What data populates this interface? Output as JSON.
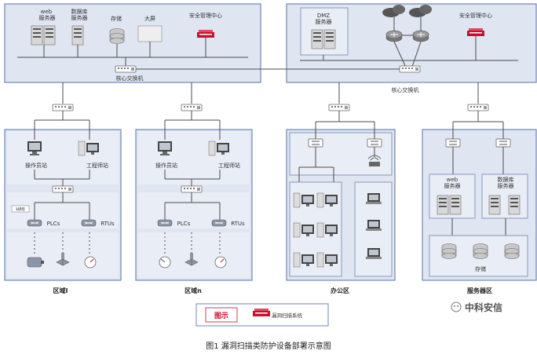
{
  "top_left": {
    "web_server": "web\n服务器",
    "db_server": "数据库\n服务器",
    "storage": "存储",
    "big_screen": "大屏",
    "security_center": "安全管理中心",
    "core_switch": "核心交换机"
  },
  "top_right": {
    "dmz": "DMZ\n服务器",
    "security_center": "安全管理中心",
    "core_switch": "核心交换机"
  },
  "zone_i": {
    "operator": "操作员站",
    "engineer": "工程师站",
    "hmi": "HMI",
    "plcs": "PLCs",
    "rtus": "RTUs",
    "caption": "区域I"
  },
  "zone_n": {
    "operator": "操作员站",
    "engineer": "工程师站",
    "plcs": "PLCs",
    "rtus": "RTUs",
    "caption": "区域n"
  },
  "office": {
    "caption": "办公区"
  },
  "server_zone": {
    "web_server": "web\n服务器",
    "db_server": "数据库\n服务器",
    "storage": "存储",
    "caption": "服务器区"
  },
  "legend": {
    "title": "图示",
    "item": "漏洞扫描系统"
  },
  "watermark": "中科安信",
  "figure_caption": "图1 漏洞扫描类防护设备部署示意图",
  "colors": {
    "zone_fill": "#dfe6f2",
    "zone_border": "#6f86b5",
    "scanner_red": "#c8102e"
  }
}
